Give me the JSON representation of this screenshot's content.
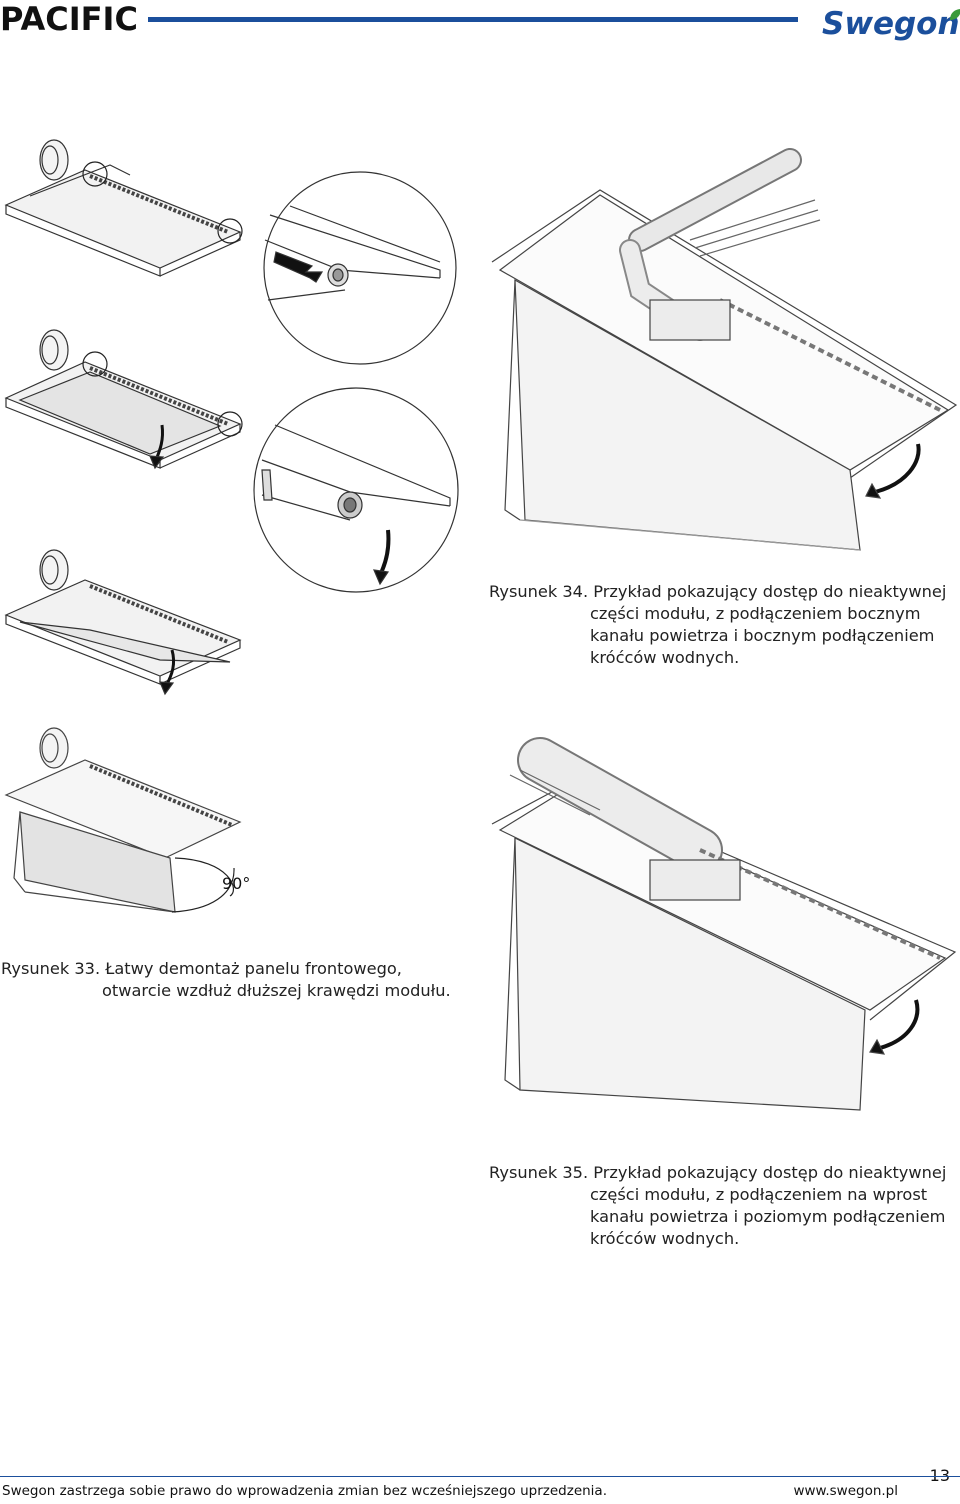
{
  "header": {
    "title": "PACIFIC",
    "logo_text": "Swegon",
    "brand_color": "#1b4f9c"
  },
  "figures": {
    "rys33": {
      "caption_line1": "Rysunek 33. Łatwy demontaż panelu frontowego,",
      "caption_line2": "otwarcie wzdłuż dłuższej krawędzi modułu.",
      "angle_label": "90°"
    },
    "rys34": {
      "caption_line1": "Rysunek 34. Przykład pokazujący dostęp do nieaktywnej",
      "caption_line2": "części modułu, z podłączeniem bocznym",
      "caption_line3": "kanału powietrza i bocznym podłączeniem",
      "caption_line4": "króćców wodnych."
    },
    "rys35": {
      "caption_line1": "Rysunek 35. Przykład pokazujący dostęp do nieaktywnej",
      "caption_line2": "części modułu, z podłączeniem na wprost",
      "caption_line3": "kanału powietrza i poziomym podłączeniem",
      "caption_line4": "króćców wodnych."
    }
  },
  "footer": {
    "disclaimer": "Swegon zastrzega sobie prawo do wprowadzenia zmian bez wcześniejszego uprzedzenia.",
    "website": "www.swegon.pl",
    "page_number": "13"
  }
}
